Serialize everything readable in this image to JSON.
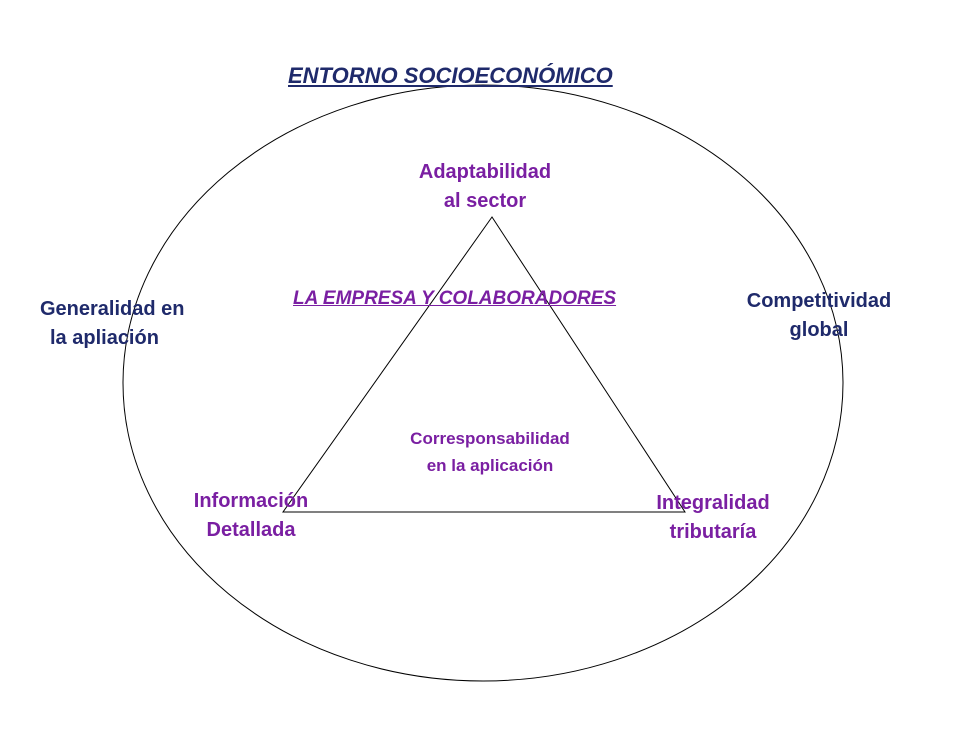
{
  "diagram": {
    "title": "ENTORNO SOCIOECONÓMICO",
    "inner_title": "LA EMPRESA Y COLABORADORES",
    "top_vertex": {
      "line1": "Adaptabilidad",
      "line2": "al sector"
    },
    "left_vertex": {
      "line1": "Información",
      "line2": "Detallada"
    },
    "right_vertex": {
      "line1": "Integralidad",
      "line2": "tributaría"
    },
    "center": {
      "line1": "Corresponsabilidad",
      "line2": "en la aplicación"
    },
    "outer_left": {
      "line1": "Generalidad en",
      "line2": "la apliación"
    },
    "outer_right": {
      "line1": "Competitividad",
      "line2": "global"
    }
  },
  "colors": {
    "purple": "#7a1fa2",
    "navy": "#1f2a6b",
    "stroke": "#000000"
  }
}
